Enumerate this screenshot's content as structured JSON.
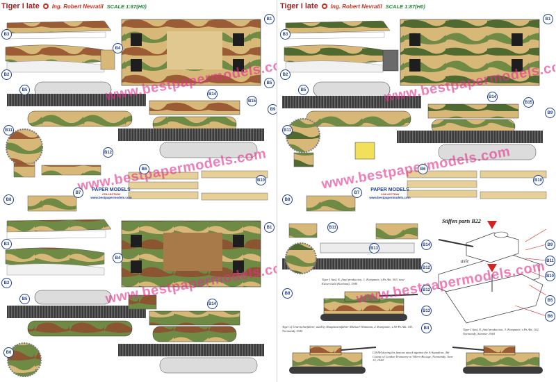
{
  "sheets": {
    "left": {
      "title": "Tiger I late",
      "author": "Ing. Robert Nevratil",
      "scale": "SCALE 1:87(H0)"
    },
    "right": {
      "title": "Tiger I late",
      "author": "Ing. Robert Nevratil",
      "scale": "SCALE 1:87(H0)"
    }
  },
  "watermark": "www.bestpapermodels.com",
  "logo": {
    "line1": "PAPER MODELS",
    "line2": "COLLECTION",
    "line3": "www.bestpapermodels.com"
  },
  "instructions": {
    "stiffen": "Stiffen parts B22",
    "axle": "axle"
  },
  "captions": {
    "c1": "Tiger I Ausf. E, final production, 1. Kompanie, s.Pz.Abt. 503, near Kaiserwald (Kurland), 1944",
    "c2": "Tiger of Unterscharführer, used by Hauptsturmführer Michael Wittmann, 2. Kompanie, s.SS-Pz.Abt. 101, Normandy 1944",
    "c3": "Tiger I Ausf. E, final production, 3. Kompanie, s.Pz.Abt. 102, Normandy, Summer 1944",
    "c4": "LSSAH during his famous attack against the A-Squadron, 4th County of London Yeomanry at Villers-Bocage, Normandy, June 13, 1944"
  },
  "colors": {
    "dunkelgelb": "#d8b878",
    "olive": "#6f8a45",
    "brown": "#9b5c35",
    "track": "#3b3b3b",
    "label_blue": "#1f3e8a",
    "watermark": "#e22e8c",
    "title_red": "#9a2323"
  },
  "parts": {
    "left": [
      "B3",
      "B1",
      "B2",
      "B5",
      "B4",
      "B5",
      "B14",
      "B15",
      "B9",
      "B11",
      "B12",
      "B6",
      "B10",
      "B7",
      "B8",
      "B3",
      "B1",
      "B2",
      "B5",
      "B4",
      "B14",
      "B6"
    ],
    "right": [
      "B3",
      "B1",
      "B2",
      "B5",
      "B14",
      "B15",
      "B9",
      "B11",
      "B10",
      "B6",
      "B7",
      "B8",
      "B11",
      "B13",
      "B14",
      "B9",
      "B11",
      "B12",
      "B8",
      "B10",
      "B12",
      "B13",
      "B5",
      "B4",
      "B6"
    ]
  },
  "icons": [
    "logo-icon",
    "cut-mark-icon"
  ]
}
